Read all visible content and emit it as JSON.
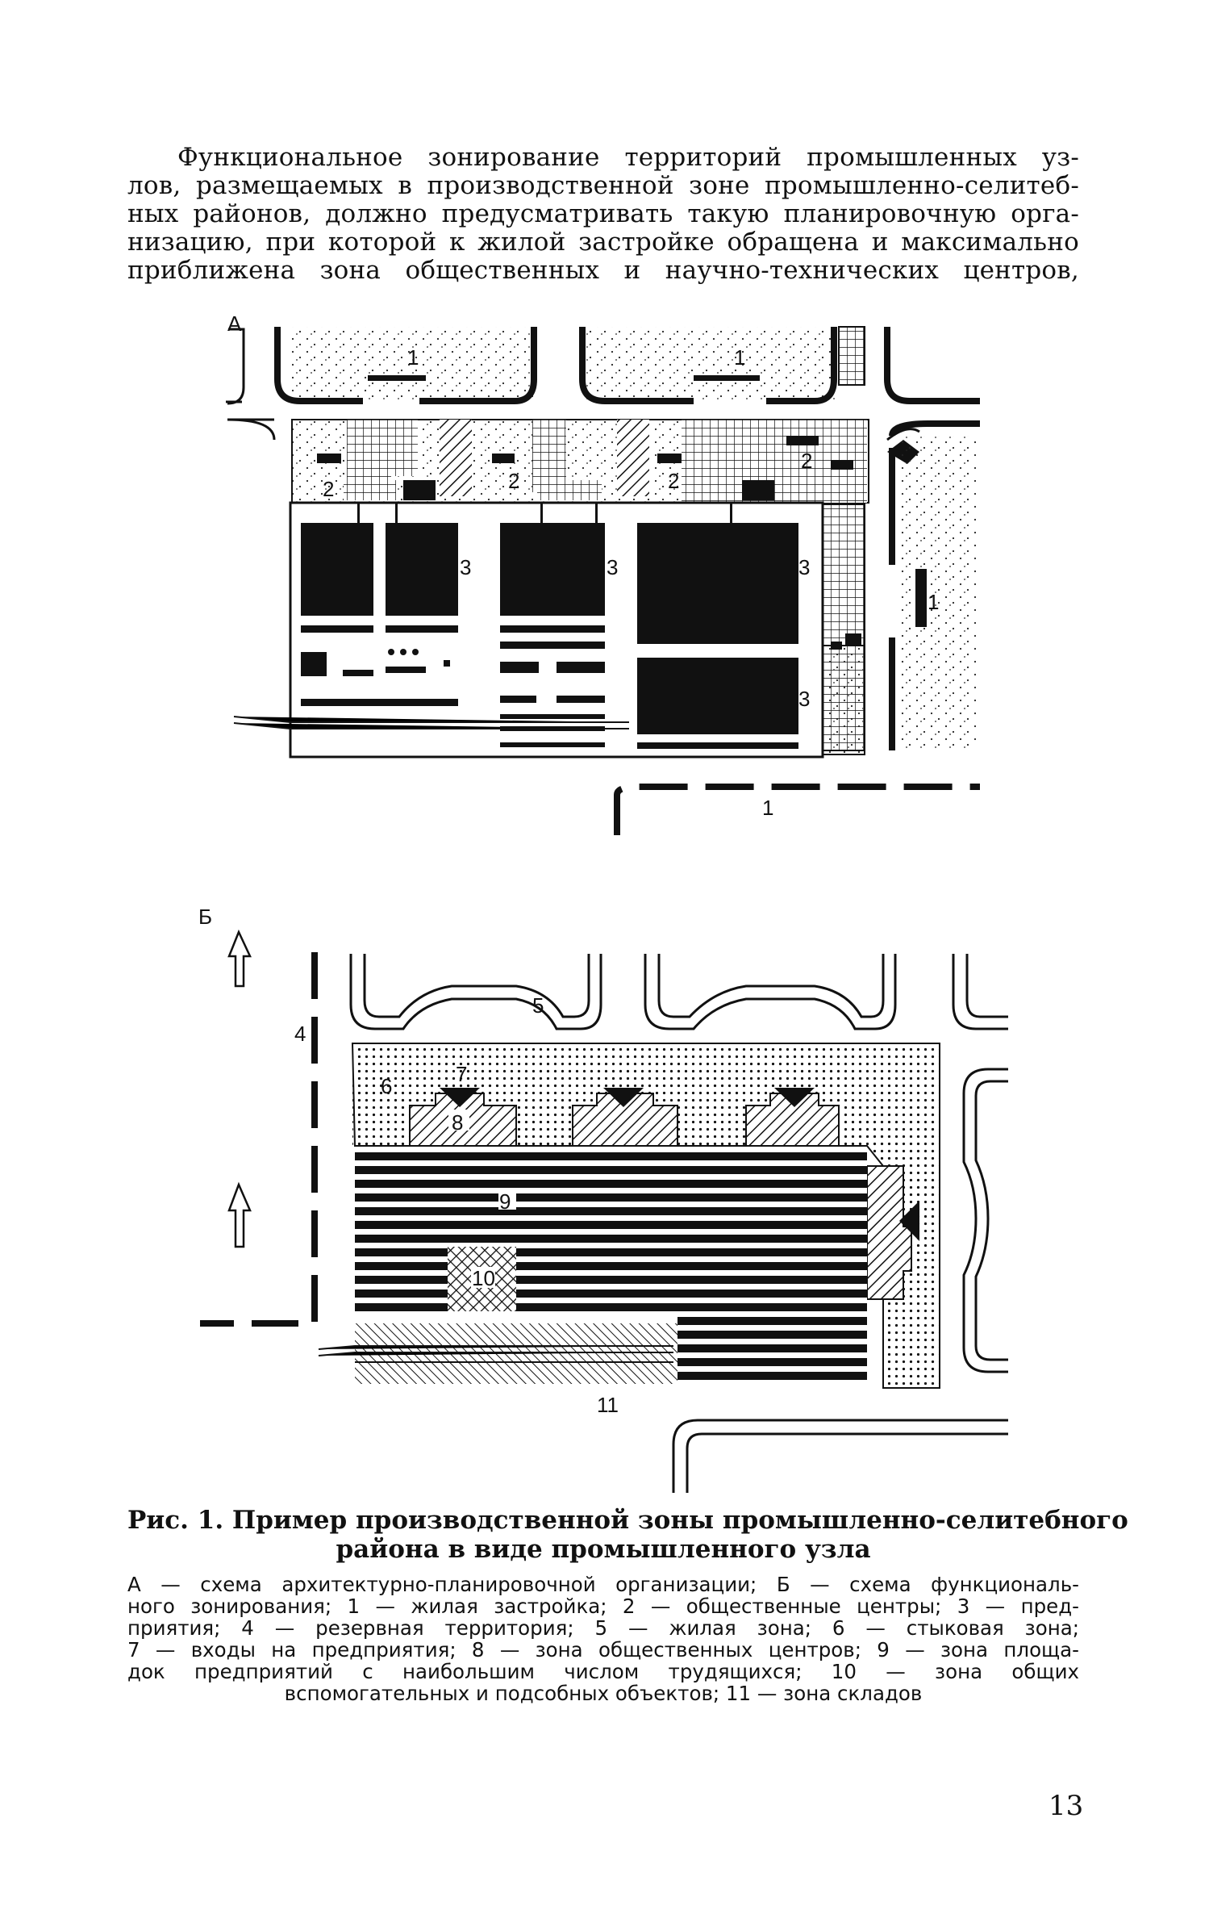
{
  "intro_lines": [
    "Функциональное зонирование  территорий промышленных уз-",
    "лов, размещаемых в производственной зоне промышленно-селитеб-",
    "ных районов, должно предусматривать такую планировочную орга-",
    "низацию, при которой к жилой застройке обращена и максимально",
    "приближена зона общественных и научно-технических центров,"
  ],
  "scheme_a": {
    "letter": "А",
    "labels": {
      "residential": "1",
      "centers": "2",
      "enterprises": "3"
    }
  },
  "scheme_b": {
    "letter": "Б",
    "labels": {
      "reserve": "4",
      "residential": "5",
      "docking": "6",
      "entries": "7",
      "centers": "8",
      "platforms": "9",
      "auxiliary": "10",
      "warehouses": "11"
    }
  },
  "caption": {
    "title_line1": "Рис. 1.  Пример производственной  зоны  промышленно-селитебного",
    "title_line2": "района в виде промышленного узла",
    "legend_lines": [
      "А — схема архитектурно-планировочной организации; Б — схема функциональ-",
      "ного зонирования; 1 — жилая застройка; 2 — общественные центры; 3 — пред-",
      "приятия;  4 — резервная  территория;  5 — жилая  зона;  6 — стыковая  зона;",
      "7 — входы на предприятия; 8 — зона общественных центров; 9 — зона площа-",
      "док  предприятий  с  наибольшим  числом  трудящихся;  10 — зона  общих",
      "вспомогательных и подсобных объектов; 11 — зона складов"
    ]
  },
  "page_number": "13"
}
